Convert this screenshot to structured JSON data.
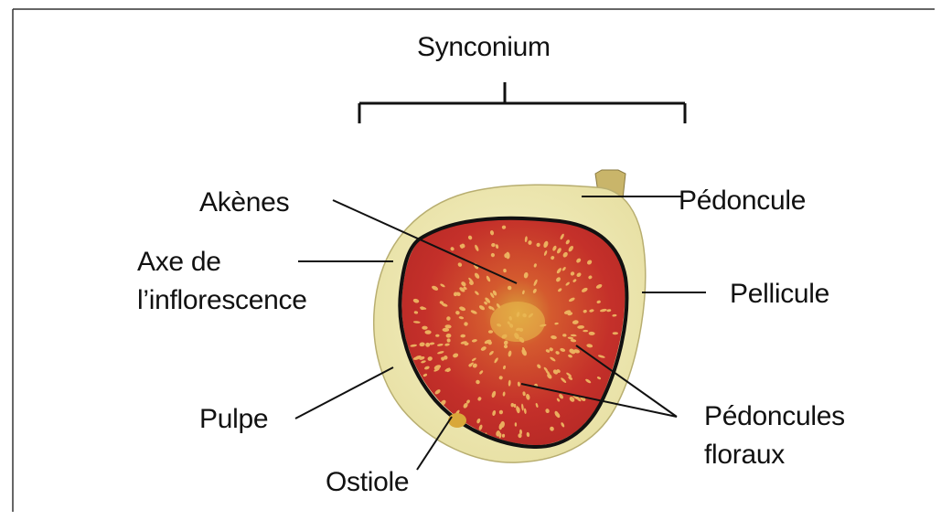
{
  "labels": {
    "synconium": "Synconium",
    "akenes": "Akènes",
    "pedoncule": "Pédoncule",
    "axe_line1": "Axe de",
    "axe_line2": "l’inflorescence",
    "pellicule": "Pellicule",
    "pulpe": "Pulpe",
    "pedoncules_line1": "Pédoncules",
    "pedoncules_line2": "floraux",
    "ostiole": "Ostiole"
  },
  "colors": {
    "skin": "#efe9b4",
    "flesh": "#c8382c",
    "seed": "#f0c060",
    "outline": "#111111"
  }
}
